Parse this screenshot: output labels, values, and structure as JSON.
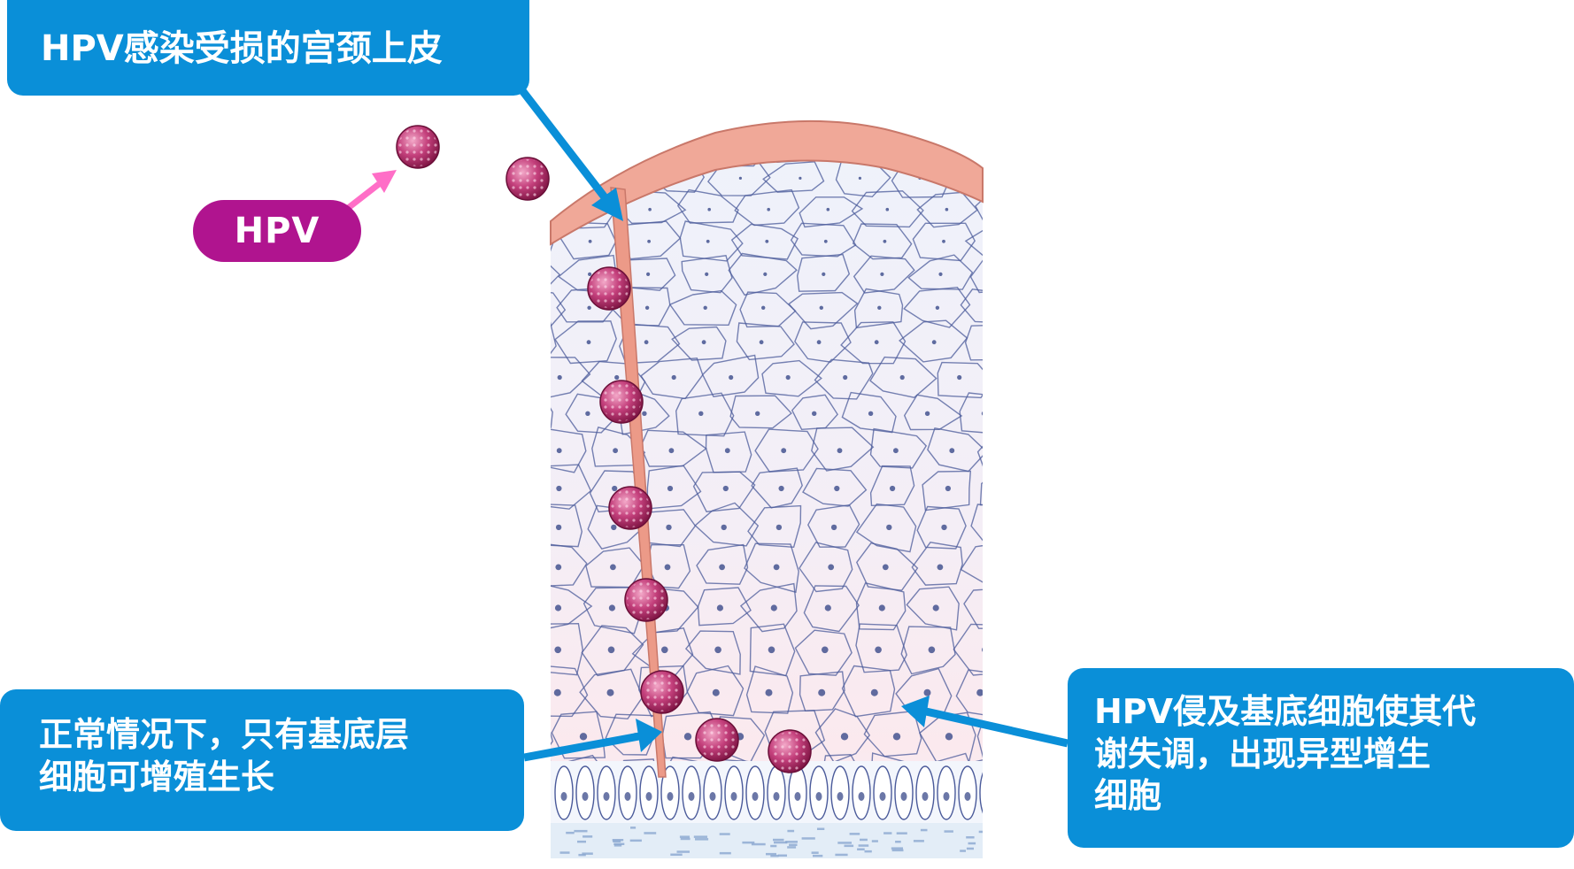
{
  "labels": {
    "top_callout": "HPV感染受损的宫颈上皮",
    "hpv_tag": "HPV",
    "left_callout_line1": "正常情况下，只有基底层",
    "left_callout_line2": "细胞可增殖生长",
    "right_callout_line1": "HPV侵及基底细胞使其代",
    "right_callout_line2": "谢失调，出现异型增生",
    "right_callout_line3": "细胞"
  },
  "colors": {
    "callout_blue": "#0a8fd8",
    "hpv_magenta": "#b0148f",
    "virus": "#b82f6e",
    "arrow_pink": "#ff6ec7",
    "epithelium_surface": "#f0a898",
    "cell_outline": "#4a5a9a"
  },
  "virus_count": 9
}
